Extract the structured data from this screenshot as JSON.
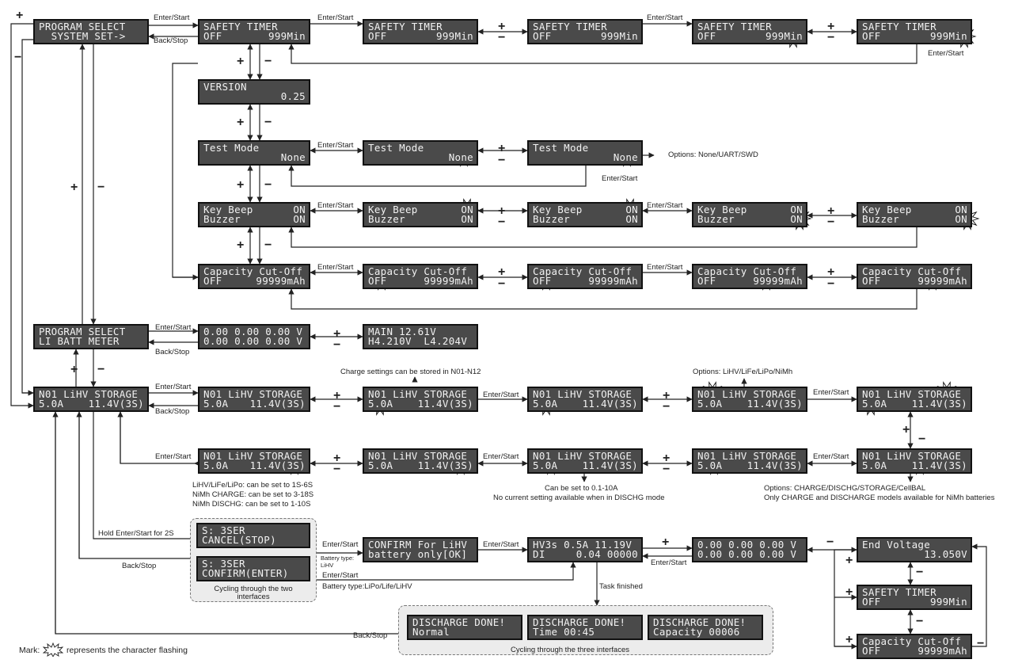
{
  "screens": {
    "ps_sys": [
      "PROGRAM SELECT",
      "  SYSTEM SET->"
    ],
    "st1": [
      "SAFETY TIMER",
      "OFF",
      "999Min"
    ],
    "st2": [
      "SAFETY TIMER",
      "OFF",
      "999Min"
    ],
    "st3": [
      "SAFETY TIMER",
      "OFF",
      "999Min"
    ],
    "st4": [
      "SAFETY TIMER",
      "OFF",
      "999Min"
    ],
    "st5": [
      "SAFETY TIMER",
      "OFF",
      "999Min"
    ],
    "ver": [
      "VERSION",
      "",
      "0.25"
    ],
    "tm1": [
      "Test Mode",
      "",
      "None"
    ],
    "tm2": [
      "Test Mode",
      "",
      "None"
    ],
    "tm3": [
      "Test Mode",
      "",
      "None"
    ],
    "kb1": [
      "Key Beep",
      "ON",
      "Buzzer",
      "ON"
    ],
    "kb2": [
      "Key Beep",
      "ON",
      "Buzzer",
      "ON"
    ],
    "kb3": [
      "Key Beep",
      "ON",
      "Buzzer",
      "ON"
    ],
    "kb4": [
      "Key Beep",
      "ON",
      "Buzzer",
      "ON"
    ],
    "kb5": [
      "Key Beep",
      "ON",
      "Buzzer",
      "ON"
    ],
    "cc1": [
      "Capacity Cut-Off",
      "OFF",
      "99999mAh"
    ],
    "cc2": [
      "Capacity Cut-Off",
      "OFF",
      "99999mAh"
    ],
    "cc3": [
      "Capacity Cut-Off",
      "OFF",
      "99999mAh"
    ],
    "cc4": [
      "Capacity Cut-Off",
      "OFF",
      "99999mAh"
    ],
    "cc5": [
      "Capacity Cut-Off",
      "OFF",
      "99999mAh"
    ],
    "ps_li": [
      "PROGRAM SELECT",
      "LI BATT METER"
    ],
    "meter1": [
      "0.00 0.00 0.00 V",
      "0.00 0.00 0.00 V"
    ],
    "meter2": [
      "MAIN 12.61V",
      "H4.210V  L4.204V"
    ],
    "n01_main": [
      "N01 LiHV STORAGE",
      "5.0A",
      "11.4V(3S)"
    ],
    "n01_a1": [
      "N01 LiHV STORAGE",
      "5.0A",
      "11.4V(3S)"
    ],
    "n01_a2": [
      "N01 LiHV STORAGE",
      "5.0A",
      "11.4V(3S)"
    ],
    "n01_a3": [
      "N01 LiHV STORAGE",
      "5.0A",
      "11.4V(3S)"
    ],
    "n01_a4": [
      "N01 LiHV STORAGE",
      "5.0A",
      "11.4V(3S)"
    ],
    "n01_a5": [
      "N01 LiHV STORAGE",
      "5.0A",
      "11.4V(3S)"
    ],
    "n01_b1": [
      "N01 LiHV STORAGE",
      "5.0A",
      "11.4V(3S)"
    ],
    "n01_b2": [
      "N01 LiHV STORAGE",
      "5.0A",
      "11.4V(3S)"
    ],
    "n01_b3": [
      "N01 LiHV STORAGE",
      "5.0A",
      "11.4V(3S)"
    ],
    "n01_b4": [
      "N01 LiHV STORAGE",
      "5.0A",
      "11.4V(3S)"
    ],
    "n01_b5": [
      "N01 LiHV STORAGE",
      "5.0A",
      "11.4V(3S)"
    ],
    "cancel": [
      "S: 3SER",
      "CANCEL(STOP)"
    ],
    "confirm": [
      "S: 3SER",
      "CONFIRM(ENTER)"
    ],
    "conf_lihv": [
      "CONFIRM For LiHV",
      "battery only[OK]"
    ],
    "run": [
      "HV3s 0.5A 11.19V",
      "DI",
      "0.04 00000"
    ],
    "meter3": [
      "0.00 0.00 0.00 V",
      "0.00 0.00 0.00 V"
    ],
    "endv": [
      "End Voltage",
      "",
      "13.050V"
    ],
    "st6": [
      "SAFETY TIMER",
      "OFF",
      "999Min"
    ],
    "cc6": [
      "Capacity Cut-Off",
      "OFF",
      "99999mAh"
    ],
    "dd1": [
      "DISCHARGE DONE!",
      "Normal"
    ],
    "dd2": [
      "DISCHARGE DONE!",
      "Time 00:45"
    ],
    "dd3": [
      "DISCHARGE DONE!",
      "Capacity 00006"
    ]
  },
  "labels": {
    "enter_start": "Enter/Start",
    "back_stop": "Back/Stop",
    "plus": "+",
    "minus": "−",
    "test_mode_options": "Options: None/UART/SWD",
    "charge_settings_stored": "Charge settings can be stored in N01-N12",
    "battery_type_options": "Options: LiHV/LiFe/LiPo/NiMh",
    "cell_count_line1": "LiHV/LiFe/LiPo: can be set to 1S-6S",
    "cell_count_line2": "NiMh CHARGE: can be set to 3-18S",
    "cell_count_line3": "NiMh DISCHG: can be set to 1-10S",
    "current_line1": "Can be set to 0.1-10A",
    "current_line2": "No current setting available when in DISCHG mode",
    "mode_line1": "Options: CHARGE/DISCHG/STORAGE/CellBAL",
    "mode_line2": "Only CHARGE and DISCHARGE models available for NiMh batteries",
    "hold_enter": "Hold Enter/Start   for 2S",
    "cycling_two": "Cycling through the two interfaces",
    "battery_type_lihv_1": "Battery type:",
    "battery_type_lihv_2": "LiHV",
    "battery_type_others": "Battery type:LiPo/Life/LiHV",
    "task_finished": "Task finished",
    "cycling_three": "Cycling through the three interfaces",
    "mark_prefix": "Mark:",
    "mark_suffix": "represents the character flashing"
  }
}
